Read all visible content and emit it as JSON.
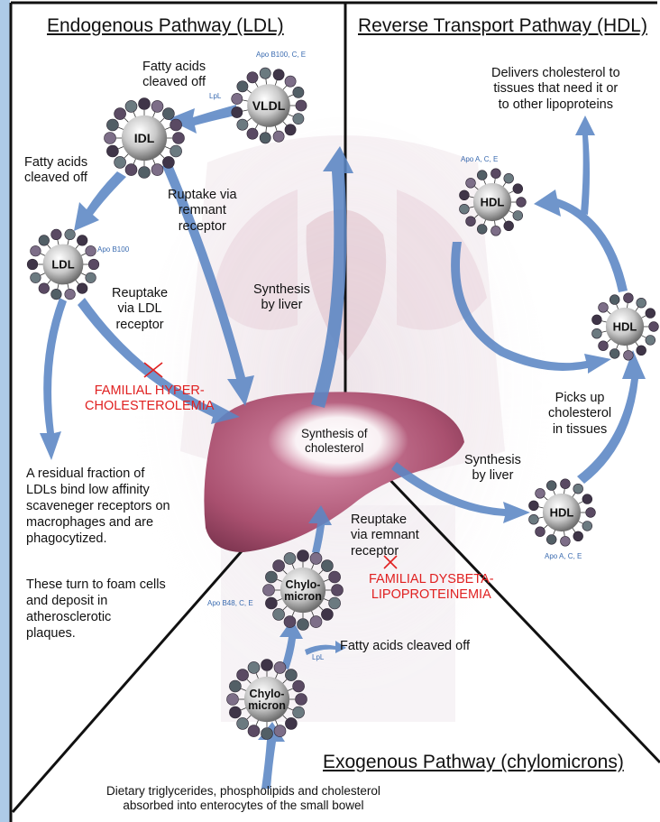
{
  "sections": {
    "endogenous": "Endogenous Pathway (LDL)",
    "reverse": "Reverse Transport Pathway (HDL)",
    "exogenous": "Exogenous Pathway (chylomicrons)"
  },
  "particles": {
    "vldl": "VLDL",
    "idl": "IDL",
    "ldl": "LDL",
    "hdl_upper": "HDL",
    "hdl_right": "HDL",
    "hdl_lower": "HDL",
    "chylo_upper": "Chylo-\nmicron",
    "chylo_lower": "Chylo-\nmicron"
  },
  "apolipoproteins": {
    "vldl": "Apo B100, C, E",
    "ldl": "Apo B100",
    "hdl_upper": "Apo A, C, E",
    "hdl_lower": "Apo A, C, E",
    "chylomicron": "Apo B48, C, E"
  },
  "enzymes": {
    "lpl_top": "LpL",
    "lpl_bottom": "LpL"
  },
  "labels": {
    "fatty_acids_top": "Fatty acids\ncleaved off",
    "fatty_acids_left": "Fatty acids\ncleaved off",
    "ruptake_remnant": "Ruptake via\nremnant\nreceptor",
    "reuptake_ldl": "Reuptake\nvia LDL\nreceptor",
    "synthesis_liver_left": "Synthesis\nby liver",
    "synthesis_cholesterol": "Synthesis of\ncholesterol",
    "residual_fraction": "A residual fraction of\nLDLs bind low affinity\nscaveneger receptors on\nmacrophages and are\nphagocytized.",
    "foam_cells": "These turn to foam cells\nand deposit in\natherosclerotic\nplaques.",
    "delivers_cholesterol": "Delivers cholesterol to\ntissues that need it or\nto other lipoproteins",
    "picks_up": "Picks up\ncholesterol\nin tissues",
    "synthesis_liver_right": "Synthesis\nby liver",
    "reuptake_remnant_bottom": "Reuptake\nvia remnant\nreceptor",
    "fatty_acids_bottom": "Fatty acids cleaved off",
    "dietary": "Dietary triglycerides, phospholipids and cholesterol\nabsorbed into enterocytes of the small bowel"
  },
  "diseases": {
    "familial_hyper": "FAMILIAL HYPER-\nCHOLESTEROLEMIA",
    "familial_dysbeta": "FAMILIAL DYSBETA-\nLIPOPROTEINEMIA"
  },
  "colors": {
    "arrow": "#5b86c4",
    "disease": "#e02020",
    "liver": "#b0567a",
    "sidebar": "#aecbe8",
    "border": "#111111"
  }
}
